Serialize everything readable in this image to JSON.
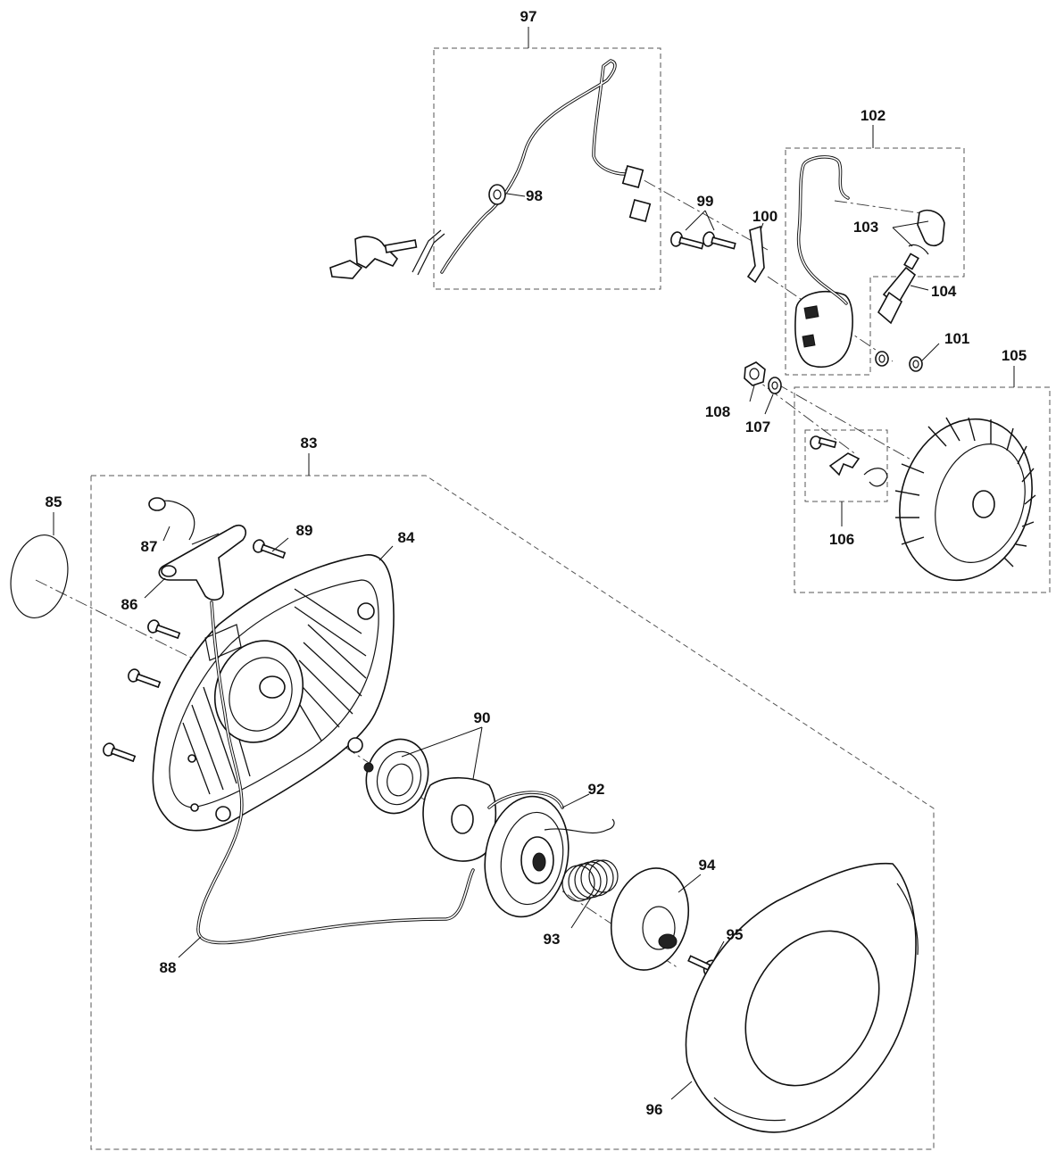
{
  "diagram": {
    "labels": {
      "n83": "83",
      "n84": "84",
      "n85": "85",
      "n86": "86",
      "n87": "87",
      "n88": "88",
      "n89": "89",
      "n90": "90",
      "n92": "92",
      "n93": "93",
      "n94": "94",
      "n95": "95",
      "n96": "96",
      "n97": "97",
      "n98": "98",
      "n99": "99",
      "n100": "100",
      "n101": "101",
      "n102": "102",
      "n103": "103",
      "n104": "104",
      "n105": "105",
      "n106": "106",
      "n107": "107",
      "n108": "108"
    }
  }
}
